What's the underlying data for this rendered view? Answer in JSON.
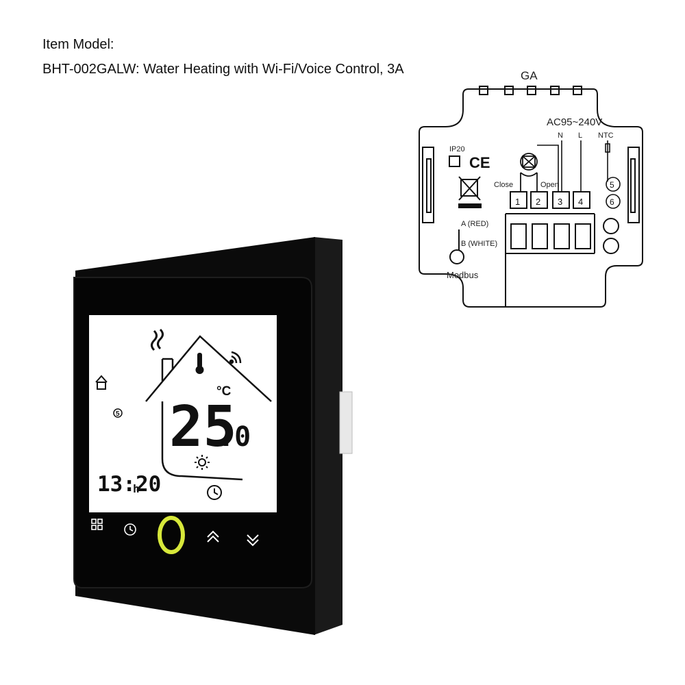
{
  "header": {
    "line1": "Item Model:",
    "line2": "BHT-002GALW: Water Heating with Wi-Fi/Voice Control, 3A"
  },
  "wiring": {
    "model_tag": "GA",
    "voltage": "AC95~240V",
    "n_label": "N",
    "l_label": "L",
    "ntc_label": "NTC",
    "ip_label": "IP20",
    "ce_label": "CE",
    "close_label": "Close",
    "open_label": "Open",
    "terminals": [
      "1",
      "2",
      "3",
      "4"
    ],
    "ntc_terminals": [
      "5",
      "6"
    ],
    "a_label": "A (RED)",
    "b_label": "B (WHITE)",
    "modbus_label": "Modbus"
  },
  "display": {
    "temperature": "25",
    "temperature_decimal": ".0",
    "unit": "°C",
    "time": "13:20",
    "time_suffix": "h",
    "program_number": "5"
  },
  "colors": {
    "power_ring": "#d7e83a",
    "bezel": "#0b0b0b",
    "screen": "#ffffff"
  }
}
